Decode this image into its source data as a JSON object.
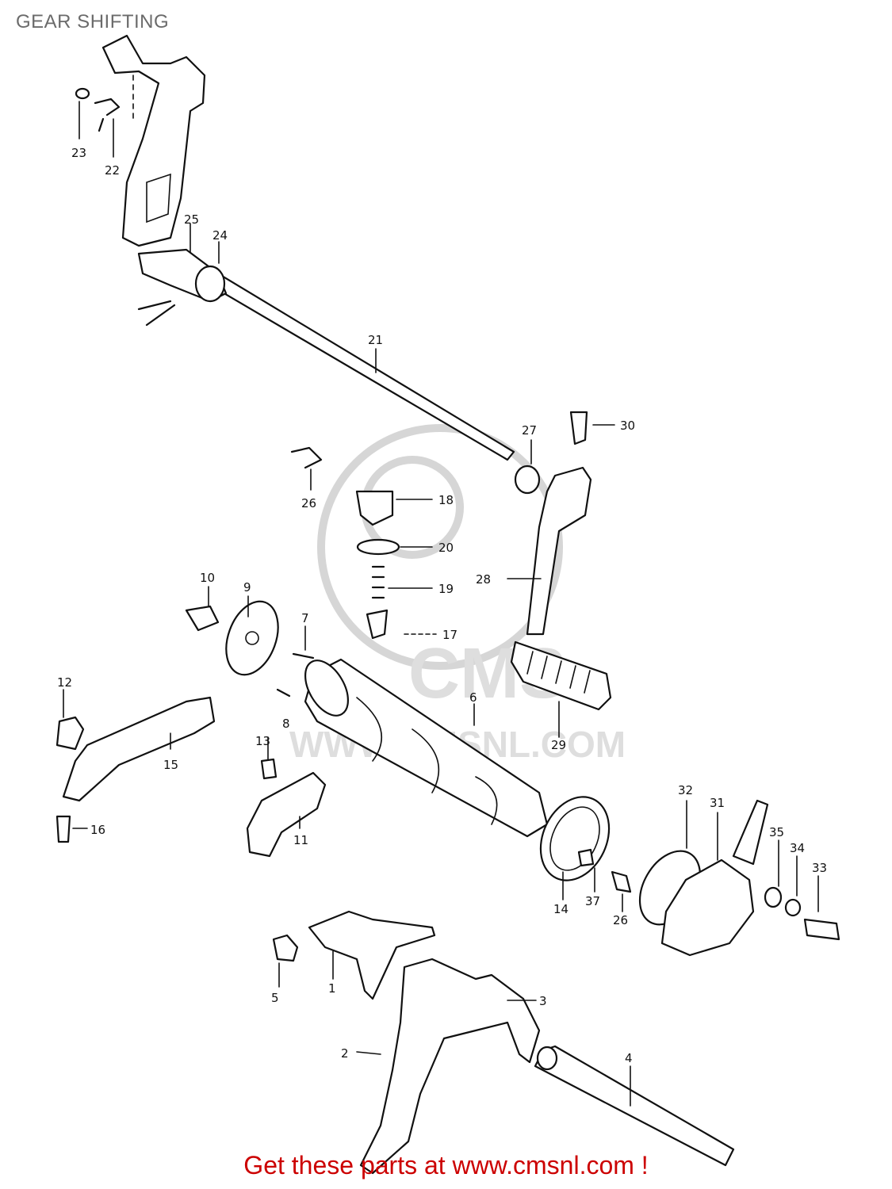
{
  "title": "GEAR SHIFTING",
  "footer": "Get these parts at www.cmsnl.com !",
  "watermark": {
    "brand": "CMS",
    "url": "WWW.CMSNL.COM"
  },
  "colors": {
    "title": "#6b6b6b",
    "footer": "#cc0000",
    "ink": "#111111",
    "watermark": "#d6d6d6"
  },
  "callouts": [
    {
      "id": "c1",
      "text": "1"
    },
    {
      "id": "c2",
      "text": "2"
    },
    {
      "id": "c3",
      "text": "3"
    },
    {
      "id": "c4",
      "text": "4"
    },
    {
      "id": "c5",
      "text": "5"
    },
    {
      "id": "c6",
      "text": "6"
    },
    {
      "id": "c7",
      "text": "7"
    },
    {
      "id": "c8",
      "text": "8"
    },
    {
      "id": "c9",
      "text": "9"
    },
    {
      "id": "c10",
      "text": "10"
    },
    {
      "id": "c11",
      "text": "11"
    },
    {
      "id": "c12",
      "text": "12"
    },
    {
      "id": "c13",
      "text": "13"
    },
    {
      "id": "c14",
      "text": "14"
    },
    {
      "id": "c15",
      "text": "15"
    },
    {
      "id": "c16",
      "text": "16"
    },
    {
      "id": "c17",
      "text": "17"
    },
    {
      "id": "c18",
      "text": "18"
    },
    {
      "id": "c19",
      "text": "19"
    },
    {
      "id": "c20",
      "text": "20"
    },
    {
      "id": "c21",
      "text": "21"
    },
    {
      "id": "c22",
      "text": "22"
    },
    {
      "id": "c23",
      "text": "23"
    },
    {
      "id": "c24",
      "text": "24"
    },
    {
      "id": "c25",
      "text": "25"
    },
    {
      "id": "c26a",
      "text": "26"
    },
    {
      "id": "c26b",
      "text": "26"
    },
    {
      "id": "c27",
      "text": "27"
    },
    {
      "id": "c28",
      "text": "28"
    },
    {
      "id": "c29",
      "text": "29"
    },
    {
      "id": "c30",
      "text": "30"
    },
    {
      "id": "c31",
      "text": "31"
    },
    {
      "id": "c32",
      "text": "32"
    },
    {
      "id": "c33",
      "text": "33"
    },
    {
      "id": "c34",
      "text": "34"
    },
    {
      "id": "c35",
      "text": "35"
    },
    {
      "id": "c37",
      "text": "37"
    }
  ]
}
